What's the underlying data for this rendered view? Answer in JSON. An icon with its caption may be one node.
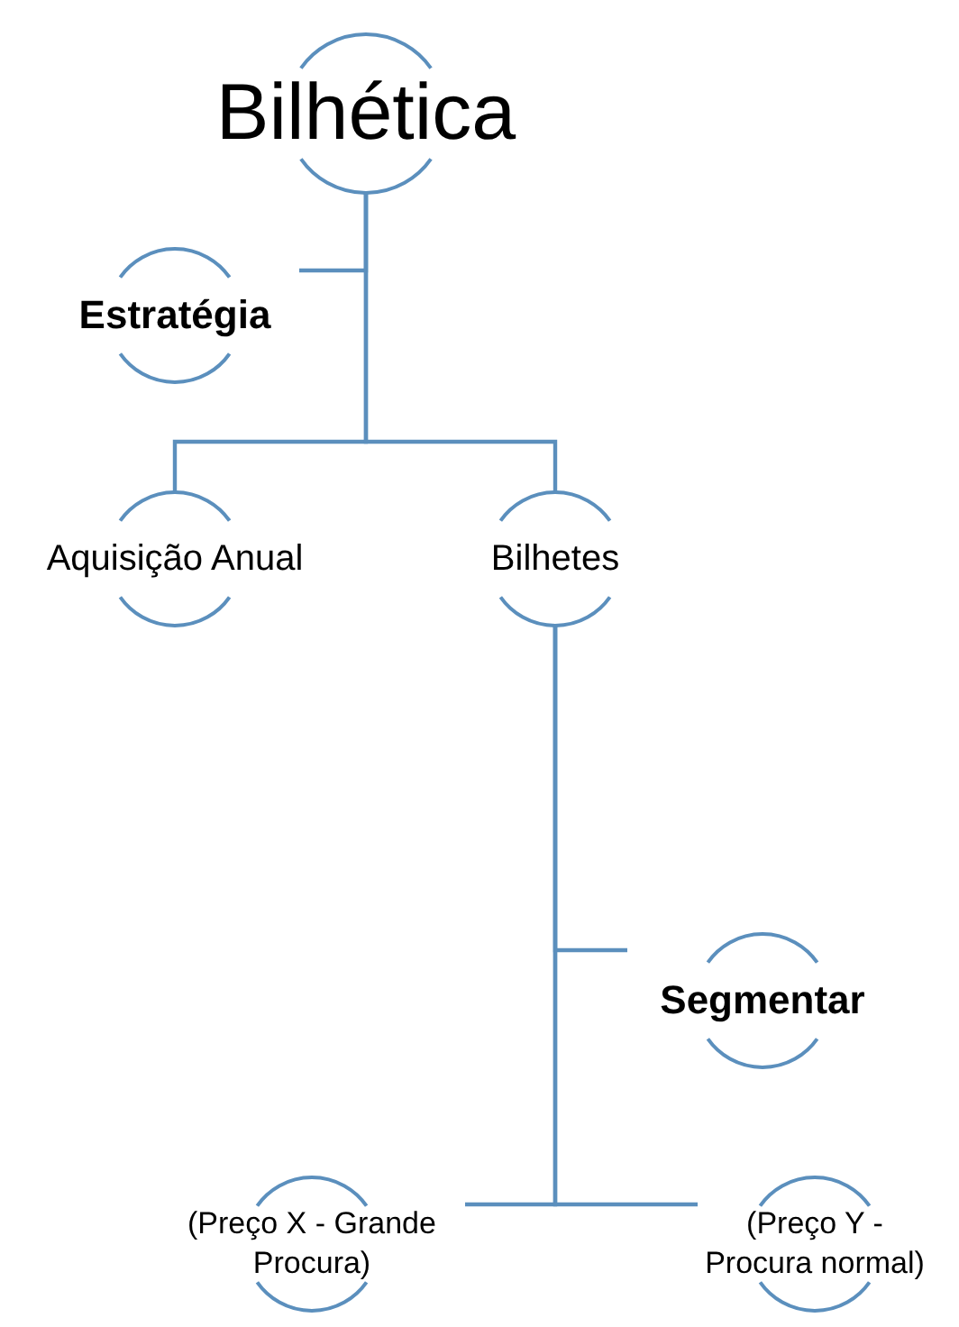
{
  "diagram": {
    "nodes": [
      {
        "text": [
          "Bilhética"
        ]
      },
      {
        "text": [
          "Estratégia"
        ]
      },
      {
        "text": [
          "Aquisição Anual"
        ]
      },
      {
        "text": [
          "Bilhetes"
        ]
      },
      {
        "text": [
          "Segmentar"
        ]
      },
      {
        "text": [
          "(Preço X - Grande Procura)"
        ]
      },
      {
        "text": [
          "(Preço Y - Procura normal)"
        ]
      }
    ],
    "edges": [
      {
        "from": 0,
        "to": 1,
        "arrow": "none"
      },
      {
        "from": 0,
        "to": 2,
        "arrow": "none"
      },
      {
        "from": 0,
        "to": 3,
        "arrow": "none"
      },
      {
        "from": 3,
        "to": 4,
        "arrow": "none"
      },
      {
        "from": 3,
        "to": 5,
        "arrow": "none"
      },
      {
        "from": 3,
        "to": 6,
        "arrow": "none"
      }
    ]
  }
}
